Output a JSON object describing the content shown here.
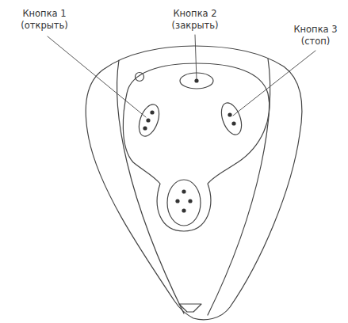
{
  "diagram": {
    "labels": [
      "Кнопка 1 (открыть)",
      "Кнопка 2 (закрыть)",
      "Кнопка 3 (стоп)"
    ]
  }
}
